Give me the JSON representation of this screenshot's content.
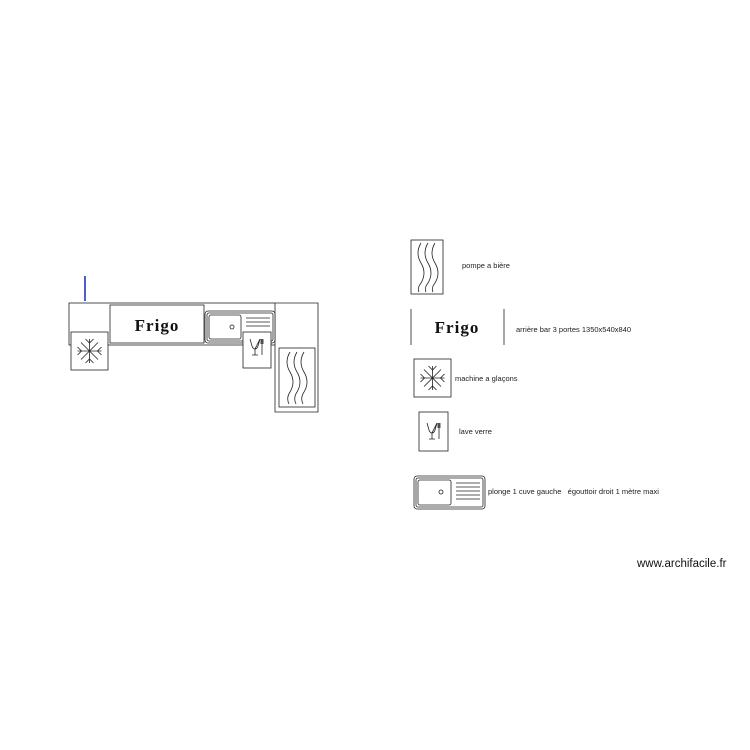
{
  "plan": {
    "frigo_label": "Frigo"
  },
  "legend": {
    "items": [
      {
        "symbol": "beer-tap-icon",
        "label": "pompe a bière"
      },
      {
        "symbol": "fridge-icon",
        "label": "arrière bar 3 portes 1350x540x840",
        "symbol_text": "Frigo"
      },
      {
        "symbol": "snowflake-icon",
        "label": "machine a glaçons"
      },
      {
        "symbol": "glass-icon",
        "label": "lave verre"
      },
      {
        "symbol": "sink-icon",
        "label": "plonge 1 cuve gauche   égouttoir droit 1 mètre maxi"
      }
    ]
  },
  "footer": {
    "url": "www.archifacile.fr"
  },
  "colors": {
    "line": "#222222",
    "wall_marker": "#2233cc"
  }
}
